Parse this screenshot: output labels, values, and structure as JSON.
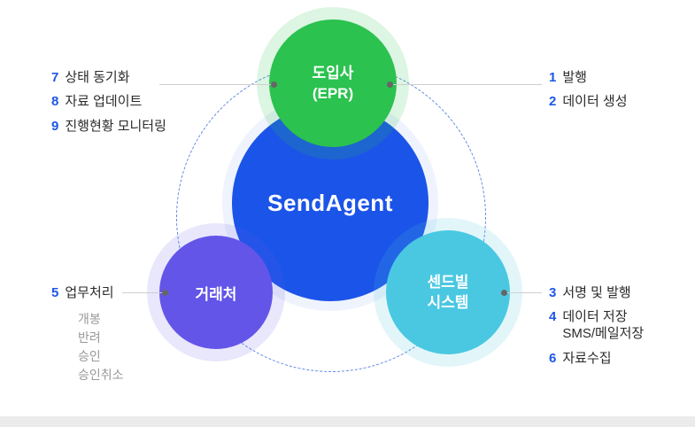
{
  "diagram": {
    "center": {
      "label": "SendAgent",
      "color": "#1b54e8"
    },
    "nodes": {
      "top": {
        "label_line1": "도입사",
        "label_line2": "(EPR)",
        "color": "#2bc24f"
      },
      "left": {
        "label": "거래처",
        "color": "#6355e8"
      },
      "right": {
        "label_line1": "센드빌",
        "label_line2": "시스템",
        "color": "#4ac8e2"
      }
    },
    "orbit_color": "#5f87e6"
  },
  "annotations": {
    "top_left": {
      "items": [
        {
          "num": "7",
          "text": "상태 동기화"
        },
        {
          "num": "8",
          "text": "자료 업데이트"
        },
        {
          "num": "9",
          "text": "진행현황 모니터링"
        }
      ]
    },
    "top_right": {
      "items": [
        {
          "num": "1",
          "text": "발행"
        },
        {
          "num": "2",
          "text": "데이터 생성"
        }
      ]
    },
    "bottom_left": {
      "item": {
        "num": "5",
        "text": "업무처리"
      },
      "sub_items": [
        "개봉",
        "반려",
        "승인",
        "승인취소"
      ]
    },
    "bottom_right": {
      "items": [
        {
          "num": "3",
          "text": "서명 및 발행"
        },
        {
          "num": "4",
          "text": "데이터 저장",
          "text2": "SMS/메일저장"
        },
        {
          "num": "6",
          "text": "자료수집"
        }
      ]
    }
  },
  "colors": {
    "number_accent": "#1d56e8",
    "sub_text": "#999999",
    "connector_line": "#cfcfcf"
  }
}
